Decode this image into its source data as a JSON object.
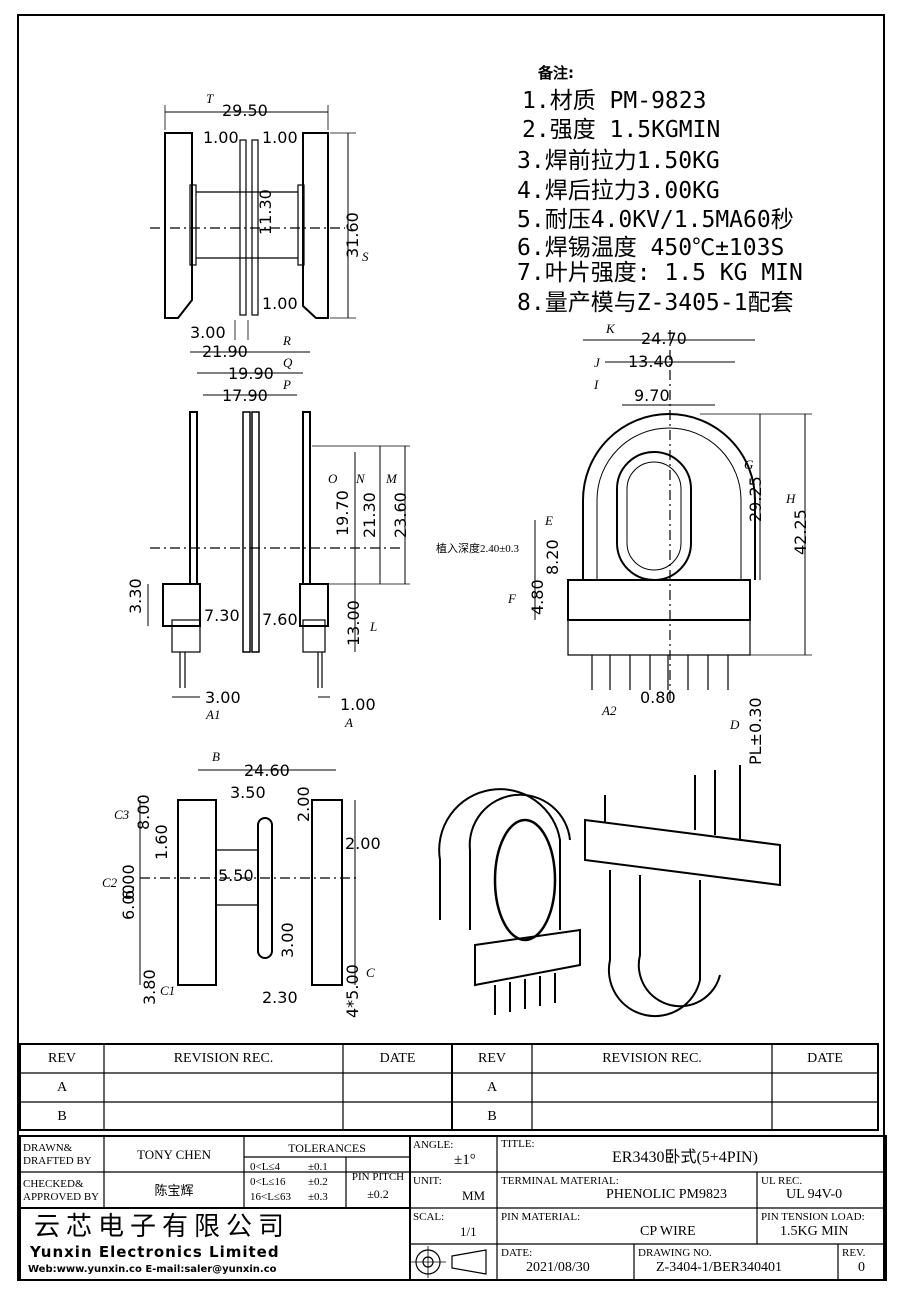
{
  "notes": {
    "heading": "备注:",
    "items": [
      "1.材质 PM-9823",
      "2.强度 1.5KGMIN",
      "3.焊前拉力1.50KG",
      "4.焊后拉力3.00KG",
      "5.耐压4.0KV/1.5MA60秒",
      "6.焊锡温度 450℃±103S",
      "7.叶片强度: 1.5 KG MIN",
      "8.量产模与Z-3405-1配套"
    ]
  },
  "dimensions": {
    "top_view": [
      "29.50",
      "1.00",
      "1.00",
      "11.30",
      "31.60",
      "1.00",
      "3.00"
    ],
    "front_view": [
      "21.90",
      "19.90",
      "17.90",
      "19.70",
      "21.30",
      "23.60",
      "3.30",
      "7.30",
      "7.60",
      "13.00",
      "3.00",
      "1.00"
    ],
    "side_view": [
      "24.70",
      "13.40",
      "9.70",
      "29.25",
      "42.25",
      "8.20",
      "4.80",
      "0.80",
      "PL±0.30"
    ],
    "bottom_view": [
      "24.60",
      "3.50",
      "8.00",
      "1.60",
      "2.00",
      "2.00",
      "5.50",
      "6.00",
      "6.00",
      "3.00",
      "3.80",
      "2.30",
      "4*5.00"
    ],
    "insert_depth": "植入深度2.40±0.3"
  },
  "callouts": [
    "T",
    "S",
    "R",
    "Q",
    "P",
    "O",
    "N",
    "M",
    "L",
    "A1",
    "A",
    "K",
    "J",
    "I",
    "G",
    "H",
    "E",
    "F",
    "A2",
    "D",
    "B",
    "C3",
    "C2",
    "C1",
    "C"
  ],
  "revision_table": {
    "headers": [
      "REV",
      "REVISION REC.",
      "DATE",
      "REV",
      "REVISION REC.",
      "DATE"
    ],
    "rows": [
      [
        "A",
        "",
        "",
        "A",
        "",
        ""
      ],
      [
        "B",
        "",
        "",
        "B",
        "",
        ""
      ]
    ]
  },
  "title_block": {
    "drawn_label": "DRAWN&\nDRAFTED BY",
    "drawn_by": "TONY CHEN",
    "checked_label": "CHECKED&\nAPPROVED BY",
    "checked_by": "陈宝辉",
    "tolerances_label": "TOLERANCES",
    "tol_rows": [
      {
        "range": "0<L≤4",
        "tol": "±0.1"
      },
      {
        "range": "0<L≤16",
        "tol": "±0.2"
      },
      {
        "range": "16<L≤63",
        "tol": "±0.3"
      }
    ],
    "pin_pitch_label": "PIN PITCH",
    "pin_pitch": "±0.2",
    "angle_label": "ANGLE:",
    "angle": "±1°",
    "unit_label": "UNIT:",
    "unit": "MM",
    "scale_label": "SCAL:",
    "scale": "1/1",
    "title_label": "TITLE:",
    "title": "ER3430卧式(5+4PIN)",
    "terminal_material_label": "TERMINAL MATERIAL:",
    "terminal_material": "PHENOLIC PM9823",
    "ul_label": "UL REC.",
    "ul": "UL 94V-0",
    "pin_material_label": "PIN MATERIAL:",
    "pin_material": "CP WIRE",
    "pin_tension_label": "PIN TENSION LOAD:",
    "pin_tension": "1.5KG MIN",
    "date_label": "DATE:",
    "date": "2021/08/30",
    "drawing_no_label": "DRAWING NO.",
    "drawing_no": "Z-3404-1/BER340401",
    "rev_label": "REV.",
    "rev": "0",
    "company_cn": "云芯电子有限公司",
    "company_en": "Yunxin Electronics Limited",
    "company_web": "Web:www.yunxin.co E-mail:saler@yunxin.co"
  }
}
